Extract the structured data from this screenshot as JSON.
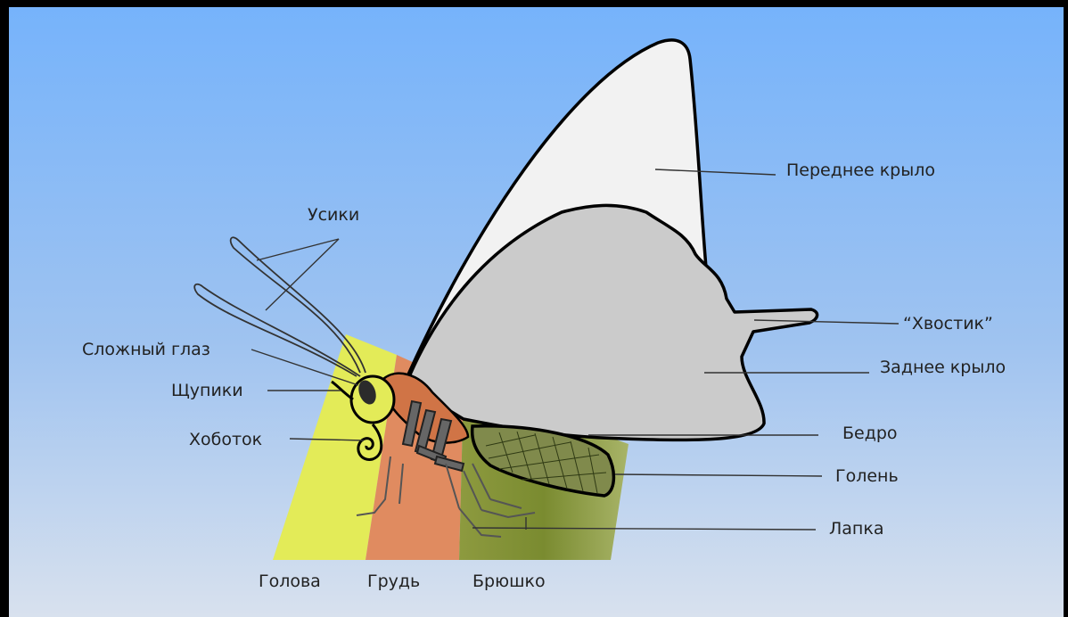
{
  "labels": {
    "antennae": "Усики",
    "compound_eye": "Сложный глаз",
    "palps": "Щупики",
    "proboscis": "Хоботок",
    "forewing": "Переднее крыло",
    "tail": "“Хвостик”",
    "hindwing": "Заднее крыло",
    "femur": "Бедро",
    "tibia": "Голень",
    "tarsus": "Лапка",
    "head": "Голова",
    "thorax": "Грудь",
    "abdomen": "Брюшко"
  },
  "colors": {
    "frame": "#000000",
    "sky_top": "#7ab6fb",
    "sky_bottom": "#d6e0ee",
    "head_band": "#e2ea55",
    "thorax_band": "#e08a5f",
    "abdomen_band": "#8a9a3e",
    "forewing": "#f3f3f3",
    "hindwing": "#cbcbcb",
    "body_dark": "#555555"
  }
}
